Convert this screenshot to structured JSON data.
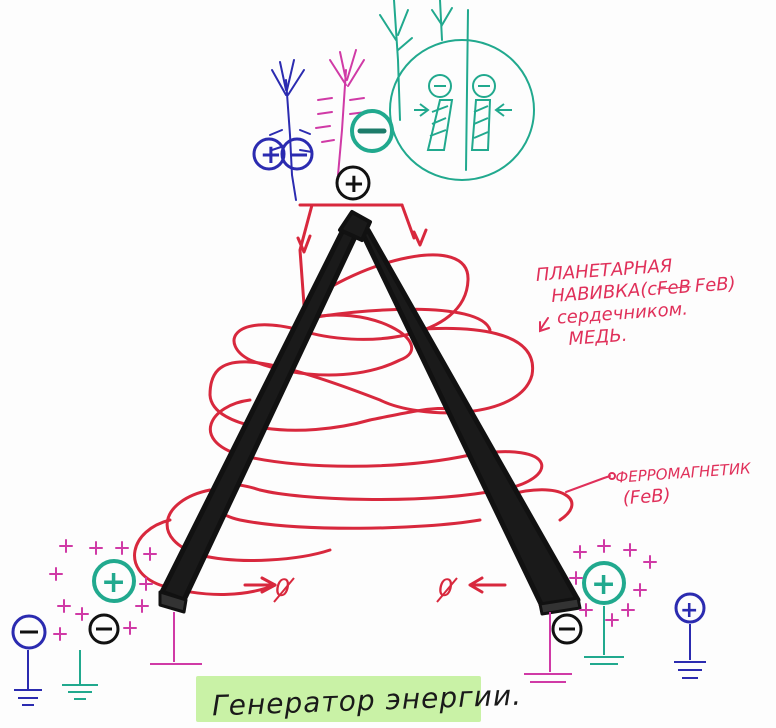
{
  "labels": {
    "winding_line1": "ПЛАНЕТАРНАЯ",
    "winding_line2": "НАВИВКА(с",
    "winding_crossed": "FeB",
    "winding_feb": "FeB)",
    "winding_line3": "сердечником.",
    "winding_line4": "МЕДЬ.",
    "ferro_line1": "ФЕРРОМАГНЕТИК",
    "ferro_line2": "(FeB)",
    "caption": "Генератор энергии."
  },
  "symbols": {
    "plus": "+",
    "minus": "−",
    "zero": "0"
  },
  "colors": {
    "coil": "#d8283d",
    "core": "#111111",
    "teal": "#21a98e",
    "blue": "#2b2bb0",
    "magenta": "#d03aa6",
    "label": "#e0305a",
    "caption_bg": "#c9f2a6"
  }
}
